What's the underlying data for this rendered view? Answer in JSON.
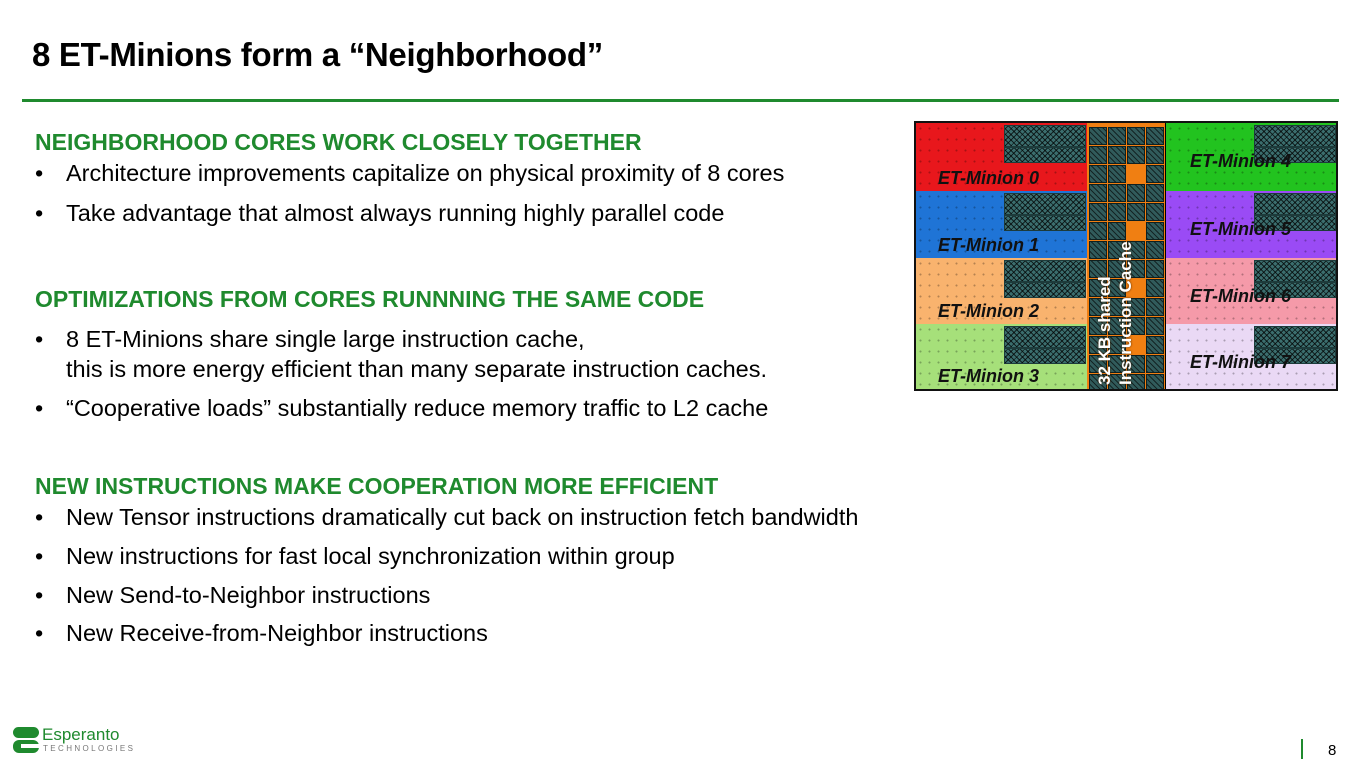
{
  "slide": {
    "title": "8 ET-Minions form a “Neighborhood”",
    "page_number": "8"
  },
  "sections": [
    {
      "heading": "NEIGHBORHOOD CORES WORK CLOSELY TOGETHER",
      "bullets": [
        [
          "Architecture improvements capitalize on physical proximity of 8 cores"
        ],
        [
          "Take advantage that almost always running highly parallel code"
        ]
      ]
    },
    {
      "heading": "OPTIMIZATIONS FROM CORES RUNNNING THE SAME CODE",
      "bullets": [
        [
          "8 ET-Minions share single large instruction cache,",
          "this is more energy efficient than many separate instruction caches."
        ],
        [
          "“Cooperative loads” substantially reduce memory traffic to L2 cache"
        ]
      ]
    },
    {
      "heading": "NEW INSTRUCTIONS MAKE COOPERATION MORE EFFICIENT",
      "bullets": [
        [
          "New Tensor instructions dramatically cut back on instruction fetch bandwidth"
        ],
        [
          "New instructions for fast local synchronization within group"
        ],
        [
          "New Send-to-Neighbor instructions"
        ],
        [
          "New Receive-from-Neighbor instructions"
        ]
      ]
    }
  ],
  "bullet_glyph": "•",
  "die": {
    "cores": [
      {
        "label": "ET-Minion 0",
        "color": "#e8171c"
      },
      {
        "label": "ET-Minion 1",
        "color": "#1f74d6"
      },
      {
        "label": "ET-Minion 2",
        "color": "#f9b36e"
      },
      {
        "label": "ET-Minion 3",
        "color": "#a6e07a"
      },
      {
        "label": "ET-Minion 4",
        "color": "#22c31f"
      },
      {
        "label": "ET-Minion 5",
        "color": "#9a4bf5"
      },
      {
        "label": "ET-Minion 6",
        "color": "#f59aa9"
      },
      {
        "label": "ET-Minion 7",
        "color": "#ead9f5"
      }
    ],
    "cache_label_line1": "32 KB shared",
    "cache_label_line2": "Instruction Cache",
    "cache_color": "#f07f12"
  },
  "logo": {
    "name": "Esperanto",
    "sub": "TECHNOLOGIES",
    "color": "#1f8a2e"
  }
}
